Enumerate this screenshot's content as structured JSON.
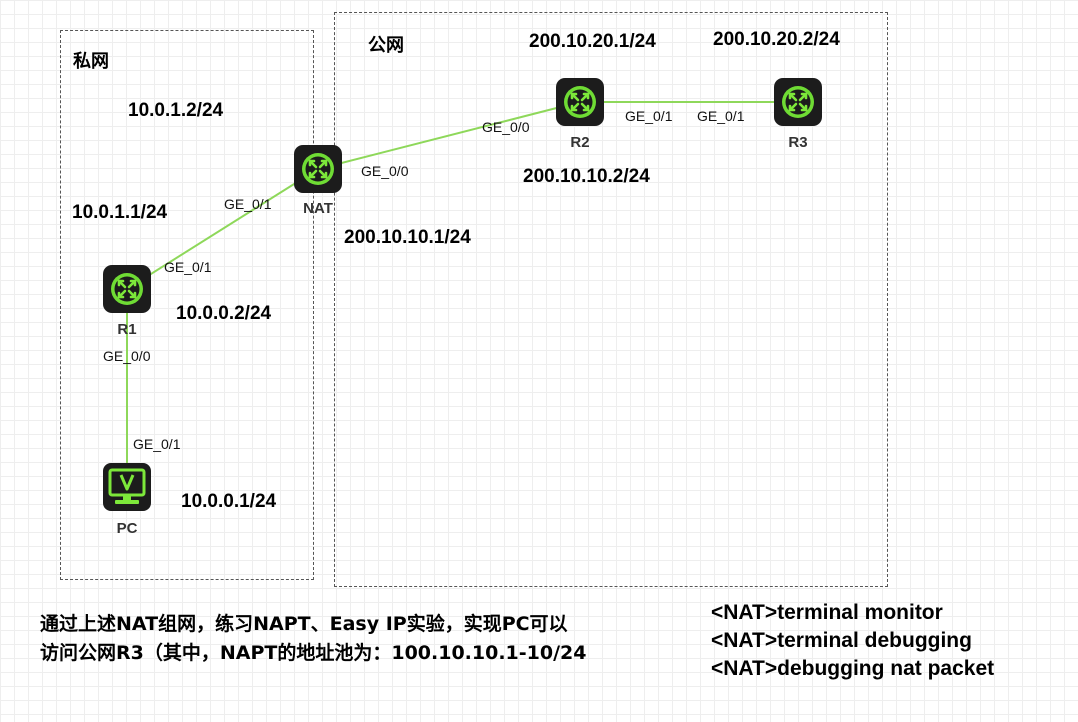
{
  "zones": {
    "private_label": "私网",
    "public_label": "公网"
  },
  "devices": {
    "nat": "NAT",
    "r1": "R1",
    "r2": "R2",
    "r3": "R3",
    "pc": "PC"
  },
  "ips": {
    "nat_ge01": "10.0.1.2/24",
    "r1_ge01": "10.0.1.1/24",
    "r1_ge00": "10.0.0.2/24",
    "pc_ge01": "10.0.0.1/24",
    "nat_ge00": "200.10.10.1/24",
    "r2_ge00": "200.10.10.2/24",
    "r2_ge01": "200.10.20.1/24",
    "r3_ge01": "200.10.20.2/24"
  },
  "ports": {
    "nat_ge01": "GE_0/1",
    "r1_ge01": "GE_0/1",
    "r1_ge00": "GE_0/0",
    "pc_ge01": "GE_0/1",
    "nat_ge00": "GE_0/0",
    "r2_ge00": "GE_0/0",
    "r2_ge01": "GE_0/1",
    "r3_ge01": "GE_0/1"
  },
  "description": {
    "line1": "通过上述NAT组网，练习NAPT、Easy IP实验，实现PC可以",
    "line2": "访问公网R3（其中，NAPT的地址池为：100.10.10.1-10/24"
  },
  "commands": [
    "<NAT>terminal monitor",
    "<NAT>terminal debugging",
    "<NAT>debugging nat packet"
  ],
  "colors": {
    "link": "#8ed85a",
    "device_body": "#1c1c1c",
    "device_accent": "#7de83a"
  }
}
